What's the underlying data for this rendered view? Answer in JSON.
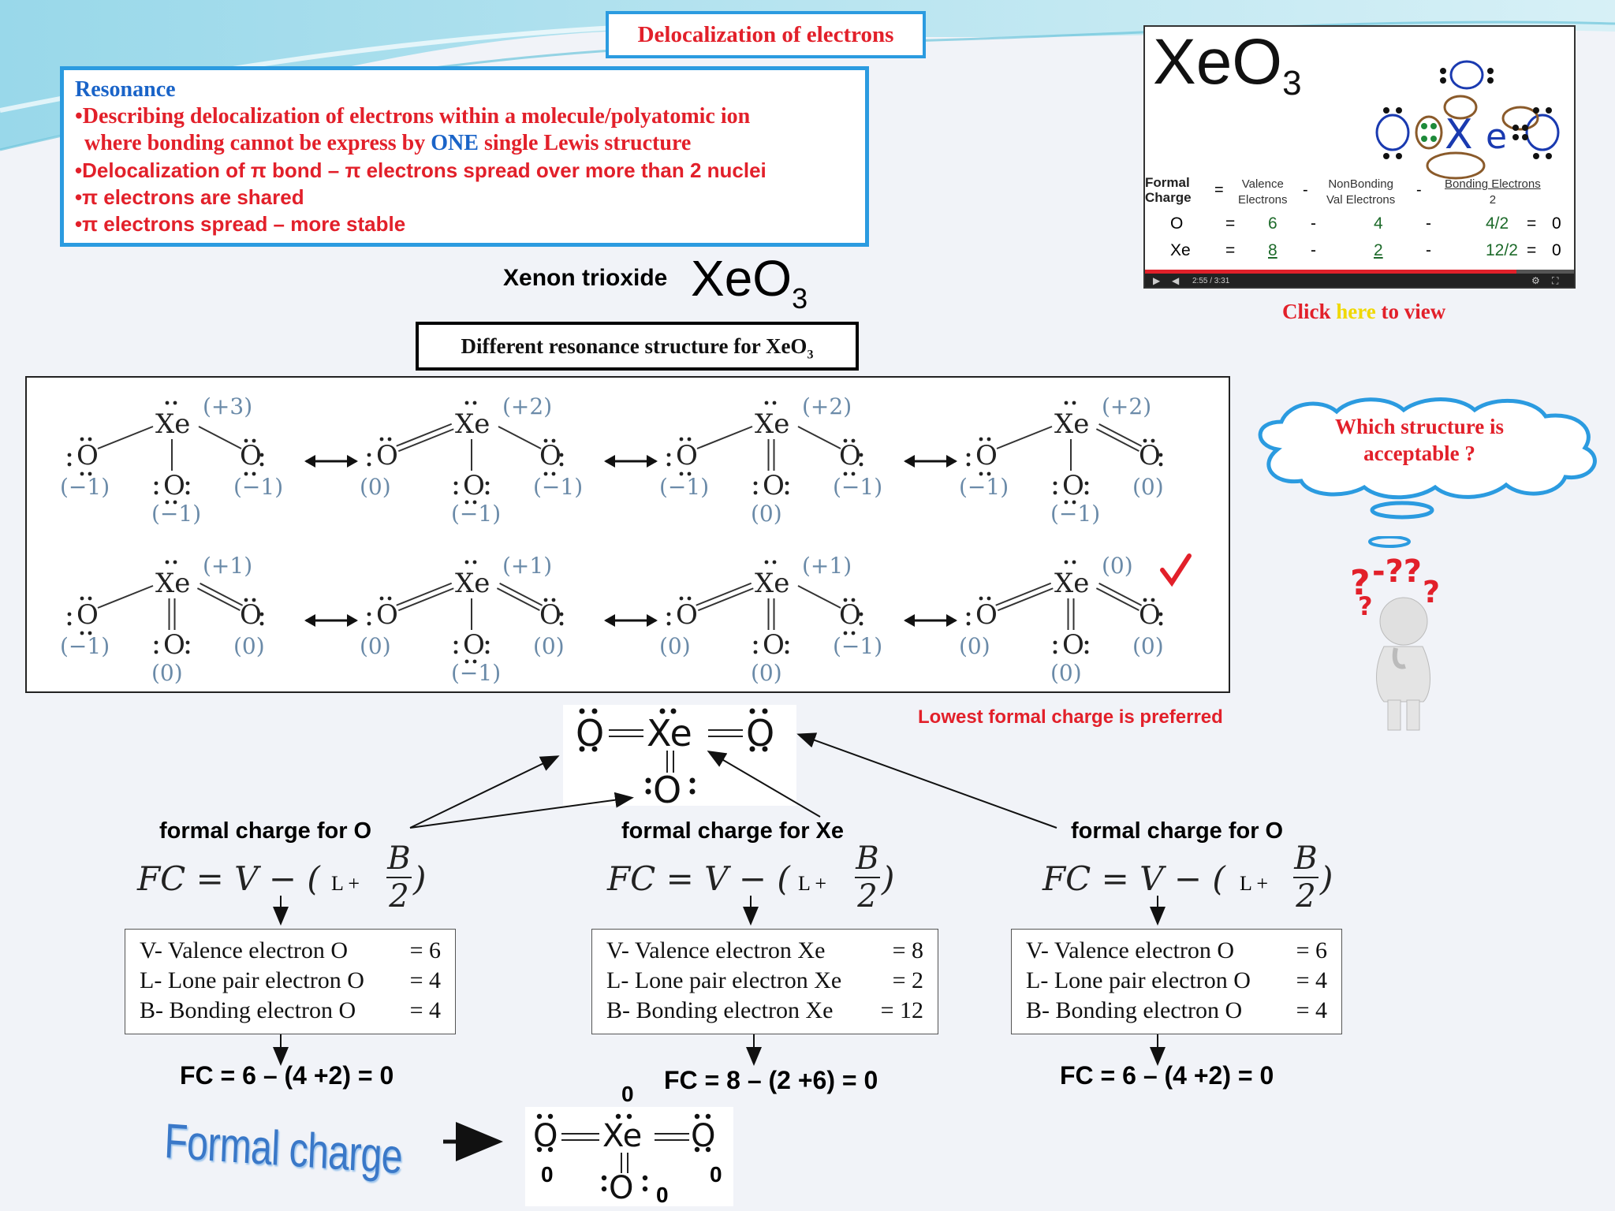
{
  "title": "Delocalization of electrons",
  "resonance": {
    "heading": "Resonance",
    "line1_a": "•Describing delocalization of electrons within a molecule/polyatomic ion",
    "line1_b_pre": "where bonding cannot be express by ",
    "line1_b_one": "ONE",
    "line1_b_post": " single Lewis structure",
    "line2": "•Delocalization of  π bond – π electrons spread over more than 2 nuclei",
    "line3": "•π electrons are shared",
    "line4": "•π electrons spread – more stable"
  },
  "compound": {
    "name": "Xenon trioxide",
    "formula_main": "XeO",
    "formula_sub": "3"
  },
  "resonance_label": {
    "text": "Different resonance structure for XeO",
    "sub": "3"
  },
  "video": {
    "formula": "XeO",
    "formula_sub": "3",
    "head_formal": "Formal",
    "head_charge": "Charge",
    "head_valence": "Valence",
    "head_valence2": "Electrons",
    "head_nonbond": "NonBonding",
    "head_nonbond2": "Val Electrons",
    "head_bonding": "Bonding Electrons",
    "head_bonding2": "2",
    "row_o": [
      "O",
      "=",
      "6",
      "-",
      "4",
      "-",
      "4/2",
      "=",
      "0"
    ],
    "row_xe": [
      "Xe",
      "=",
      "8",
      "-",
      "2",
      "-",
      "12/2",
      "=",
      "0"
    ],
    "time": "2:55 / 3:31"
  },
  "click": {
    "pre": "Click ",
    "here": "here",
    "post": " to view"
  },
  "cloud": {
    "line1": "Which structure is",
    "line2": "acceptable ?"
  },
  "lowest": "Lowest formal charge is preferred",
  "structures": [
    {
      "xe": "+3",
      "left": "−1",
      "right": "−1",
      "bottom": "−1"
    },
    {
      "xe": "+2",
      "left": "0",
      "right": "−1",
      "bottom": "−1"
    },
    {
      "xe": "+2",
      "left": "−1",
      "right": "−1",
      "bottom": "0"
    },
    {
      "xe": "+2",
      "left": "−1",
      "right": "0",
      "bottom": "−1"
    },
    {
      "xe": "+1",
      "left": "−1",
      "right": "0",
      "bottom": "0"
    },
    {
      "xe": "+1",
      "left": "0",
      "right": "0",
      "bottom": "−1"
    },
    {
      "xe": "+1",
      "left": "0",
      "right": "−1",
      "bottom": "0"
    },
    {
      "xe": "0",
      "left": "0",
      "right": "0",
      "bottom": "0"
    }
  ],
  "fc_sections": [
    {
      "title": "formal charge for O",
      "formula_pre": "FC = V − (",
      "formula_l": "L +",
      "formula_num": "B",
      "formula_den": "2",
      "rows": [
        [
          "V- Valence electron O",
          "= 6"
        ],
        [
          "L- Lone pair electron O",
          "= 4"
        ],
        [
          "B- Bonding electron O",
          "= 4"
        ]
      ],
      "result": "FC = 6 – (4 +2) = 0"
    },
    {
      "title": "formal charge for Xe",
      "formula_pre": "FC = V − (",
      "formula_l": "L +",
      "formula_num": "B",
      "formula_den": "2",
      "rows": [
        [
          "V- Valence electron Xe",
          "= 8"
        ],
        [
          "L- Lone pair electron Xe",
          "= 2"
        ],
        [
          "B- Bonding electron Xe",
          "= 12"
        ]
      ],
      "result": "FC = 8 – (2 +6) = 0"
    },
    {
      "title": "formal charge for O",
      "formula_pre": "FC = V − (",
      "formula_l": "L +",
      "formula_num": "B",
      "formula_den": "2",
      "rows": [
        [
          "V- Valence electron O",
          "= 6"
        ],
        [
          "L- Lone pair electron O",
          "= 4"
        ],
        [
          "B- Bonding electron O",
          "= 4"
        ]
      ],
      "result": "FC = 6 – (4 +2) = 0"
    }
  ],
  "formal_charge_label": "Formal charge",
  "final": {
    "top": "0",
    "left": "0",
    "right": "0",
    "bottom": "0"
  },
  "colors": {
    "title_red": "#e2202a",
    "resonance_blue": "#1a64c8",
    "box_border": "#2b9be0",
    "highlight_yellow": "#f0d800"
  }
}
